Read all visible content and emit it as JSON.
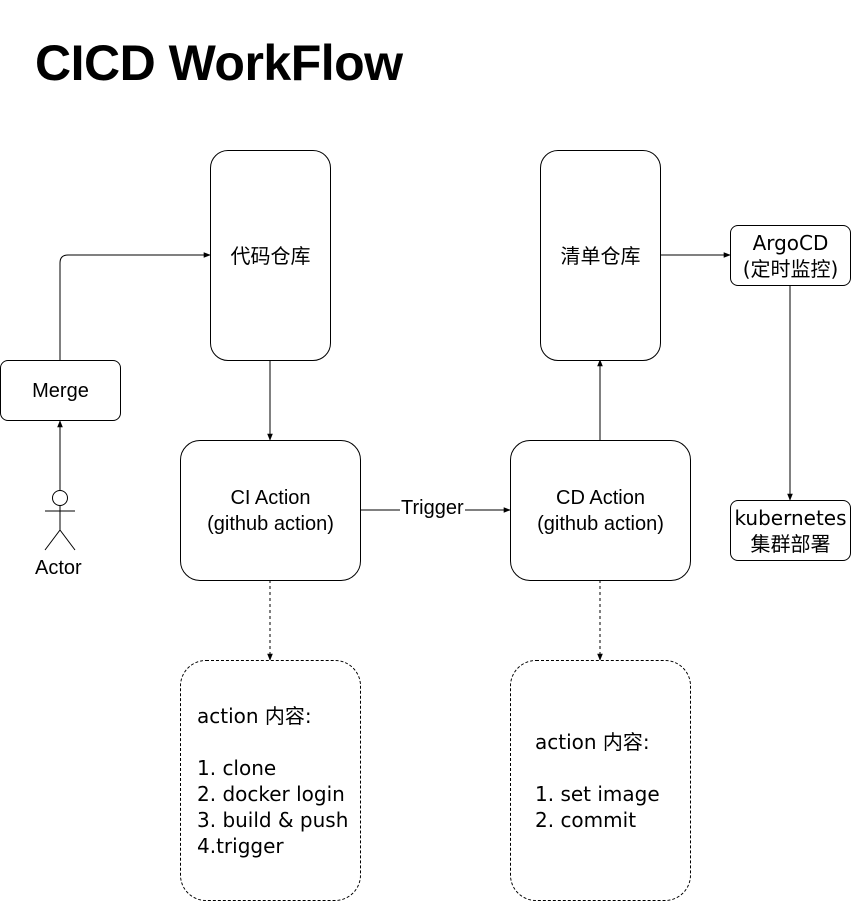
{
  "title": "CICD WorkFlow",
  "nodes": {
    "code_repo": "代码仓库",
    "manifest_repo": "清单仓库",
    "argocd": "ArgoCD\n(定时监控)",
    "merge": "Merge",
    "ci_action": "CI Action\n(github action)",
    "cd_action": "CD Action\n(github action)",
    "kubernetes": "kubernetes\n集群部署",
    "ci_content": "action 内容:\n\n1. clone\n2. docker login\n3. build & push\n4.trigger",
    "cd_content": "action 内容:\n\n1. set image\n2. commit"
  },
  "actor": {
    "label": "Actor"
  },
  "edges": {
    "trigger_label": "Trigger"
  }
}
